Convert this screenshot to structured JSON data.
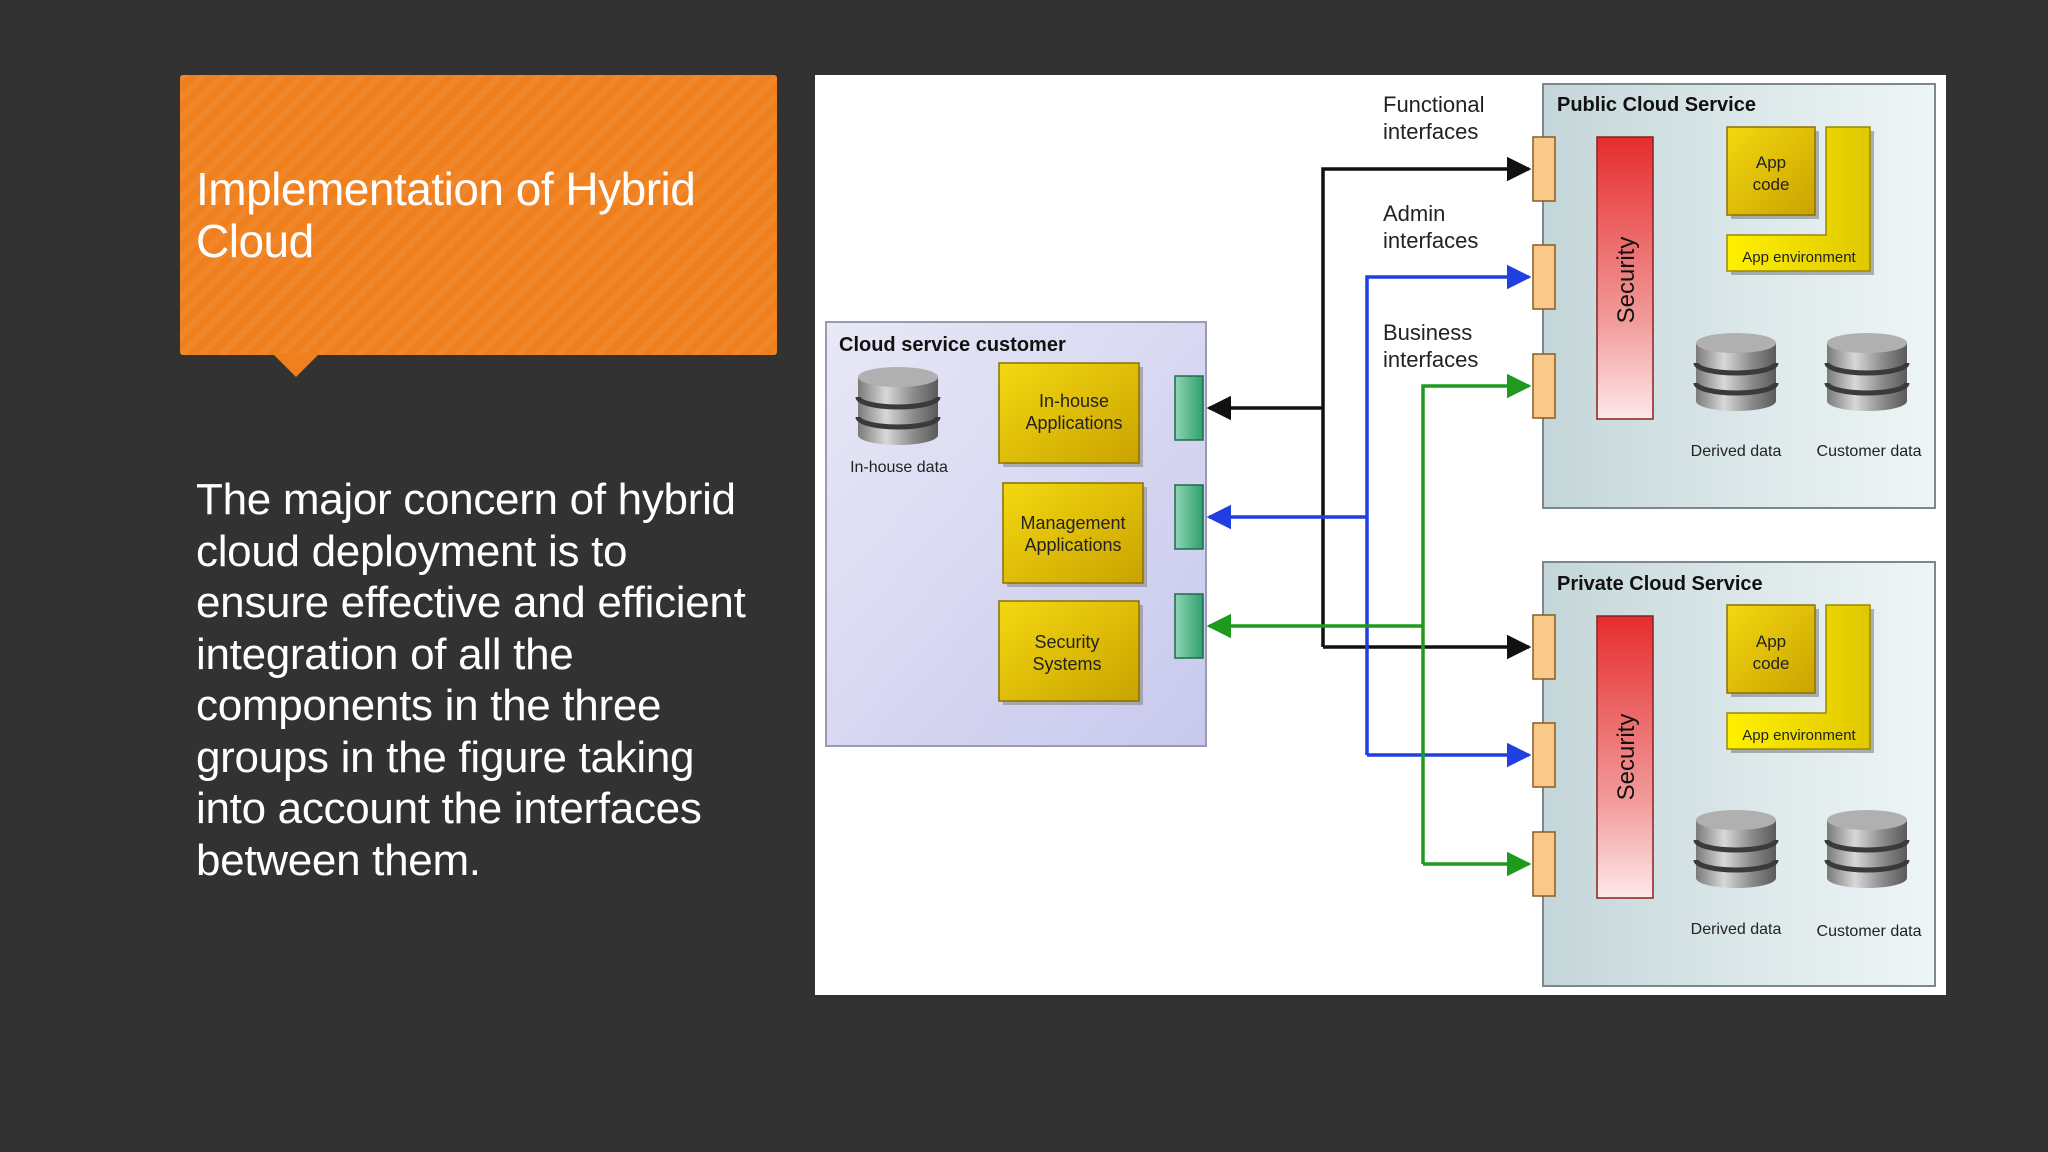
{
  "slide": {
    "title": "Implementation of Hybrid Cloud",
    "body": "The major concern of hybrid cloud deployment is to ensure effective and efficient integration of all the components in the three groups in the figure taking into account the interfaces between them."
  },
  "diagram": {
    "interface_labels": {
      "functional": [
        "Functional",
        "interfaces"
      ],
      "admin": [
        "Admin",
        "interfaces"
      ],
      "business": [
        "Business",
        "interfaces"
      ]
    },
    "customer": {
      "title": "Cloud service customer",
      "inhouse_data": "In-house data",
      "inhouse_apps": [
        "In-house",
        "Applications"
      ],
      "mgmt_apps": [
        "Management",
        "Applications"
      ],
      "security_systems": [
        "Security",
        "Systems"
      ]
    },
    "public": {
      "title": "Public Cloud Service",
      "security": "Security",
      "app_code": [
        "App",
        "code"
      ],
      "app_env": "App environment",
      "derived_data": "Derived data",
      "customer_data": "Customer data"
    },
    "private": {
      "title": "Private Cloud Service",
      "security": "Security",
      "app_code": [
        "App",
        "code"
      ],
      "app_env": "App environment",
      "derived_data": "Derived data",
      "customer_data": "Customer data"
    },
    "colors": {
      "functional": "#111111",
      "admin": "#1f3fe0",
      "business": "#1e9a1e"
    }
  }
}
